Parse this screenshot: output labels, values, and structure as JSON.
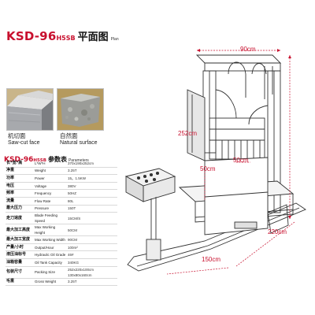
{
  "header": {
    "model": "KSD-96",
    "suffix": "H5SB",
    "title_cn": "平面图",
    "title_en": "Plan"
  },
  "samples": [
    {
      "name_cn": "机切面",
      "name_en": "Saw-cut face"
    },
    {
      "name_cn": "自然面",
      "name_en": "Natural surface"
    }
  ],
  "parameters": {
    "model": "KSD-96",
    "suffix": "H5SB",
    "title_cn": "参数表",
    "title_en": "Parameters",
    "rows": [
      {
        "zh": "长*宽*高",
        "en": "L*W*H",
        "value": "370x190x252cm"
      },
      {
        "zh": "净重",
        "en": "Weight",
        "value": "3.25T"
      },
      {
        "zh": "功率",
        "en": "Power",
        "value": "15。1.5KW"
      },
      {
        "zh": "电压",
        "en": "Voltage",
        "value": "380V"
      },
      {
        "zh": "频率",
        "en": "Frequency",
        "value": "50HZ"
      },
      {
        "zh": "流量",
        "en": "Flow Rate",
        "value": "80L"
      },
      {
        "zh": "最大压力",
        "en": "Pressure",
        "value": "150T"
      },
      {
        "zh": "走刀速度",
        "en": "Blade Feeding Speed",
        "value": "15CM/S"
      },
      {
        "zh": "最大加工高度",
        "en": "Max Working Height",
        "value": "50CM"
      },
      {
        "zh": "最大加工宽度",
        "en": "Max Working Width",
        "value": "90CM"
      },
      {
        "zh": "产量/小时",
        "en": "Output/Hour",
        "value": "100m²"
      },
      {
        "zh": "液压油标号",
        "en": "Hydraulic Oil Grade",
        "value": "46#"
      },
      {
        "zh": "油箱容量",
        "en": "Oil Tank Capacity",
        "value": "340KG"
      },
      {
        "zh": "包装尺寸",
        "en": "Packing Size",
        "value": "252x220x100cm\n130x80x160cm",
        "tall": true
      },
      {
        "zh": "毛重",
        "en": "Gross Weight",
        "value": "3.25T"
      }
    ]
  },
  "dimensions": {
    "width_top": "90cm",
    "height": "252cm",
    "stroke_a": "50cm",
    "stroke_b": "50cm",
    "length": "220cm",
    "depth": "150cm"
  }
}
